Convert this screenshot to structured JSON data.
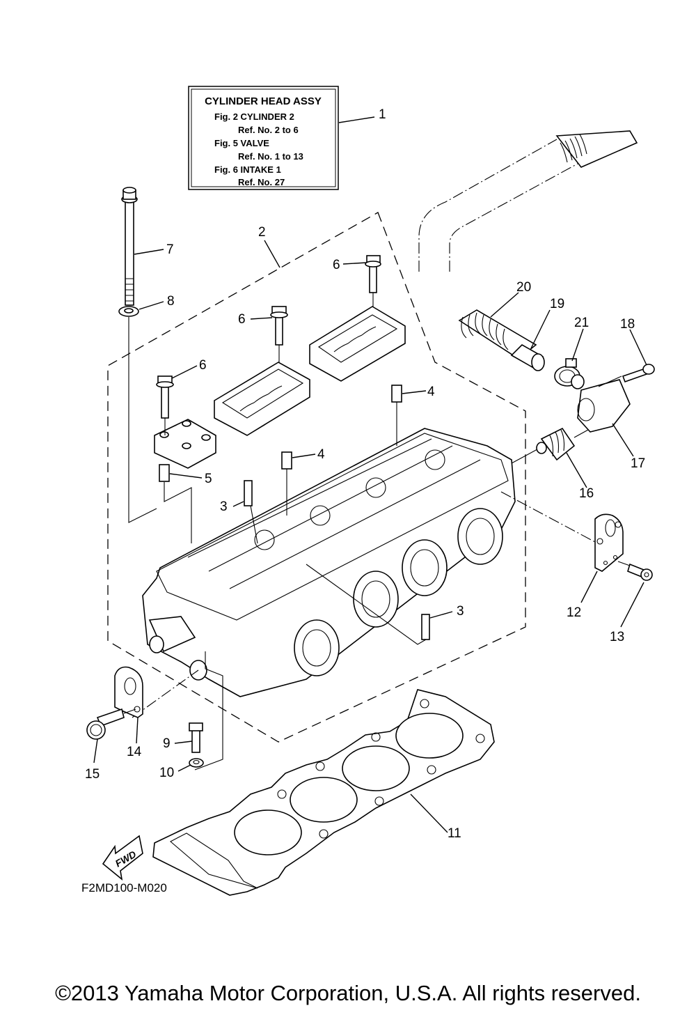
{
  "title_box": {
    "heading": "CYLINDER HEAD ASSY",
    "lines": [
      "Fig.  2 CYLINDER 2",
      "Ref. No. 2 to 6",
      "Fig.  5 VALVE",
      "Ref. No. 1 to 13",
      "Fig.  6 INTAKE 1",
      "Ref. No. 27"
    ]
  },
  "callouts": {
    "c1": "1",
    "c2": "2",
    "c3a": "3",
    "c3b": "3",
    "c4a": "4",
    "c4b": "4",
    "c5": "5",
    "c6a": "6",
    "c6b": "6",
    "c6c": "6",
    "c7": "7",
    "c8": "8",
    "c9": "9",
    "c10": "10",
    "c11": "11",
    "c12": "12",
    "c13": "13",
    "c14": "14",
    "c15": "15",
    "c16": "16",
    "c17": "17",
    "c18": "18",
    "c19": "19",
    "c20": "20",
    "c21": "21"
  },
  "fwd_arrow": "FWD",
  "figure_code": "F2MD100-M020",
  "copyright": "©2013 Yamaha Motor Corporation, U.S.A. All rights reserved."
}
